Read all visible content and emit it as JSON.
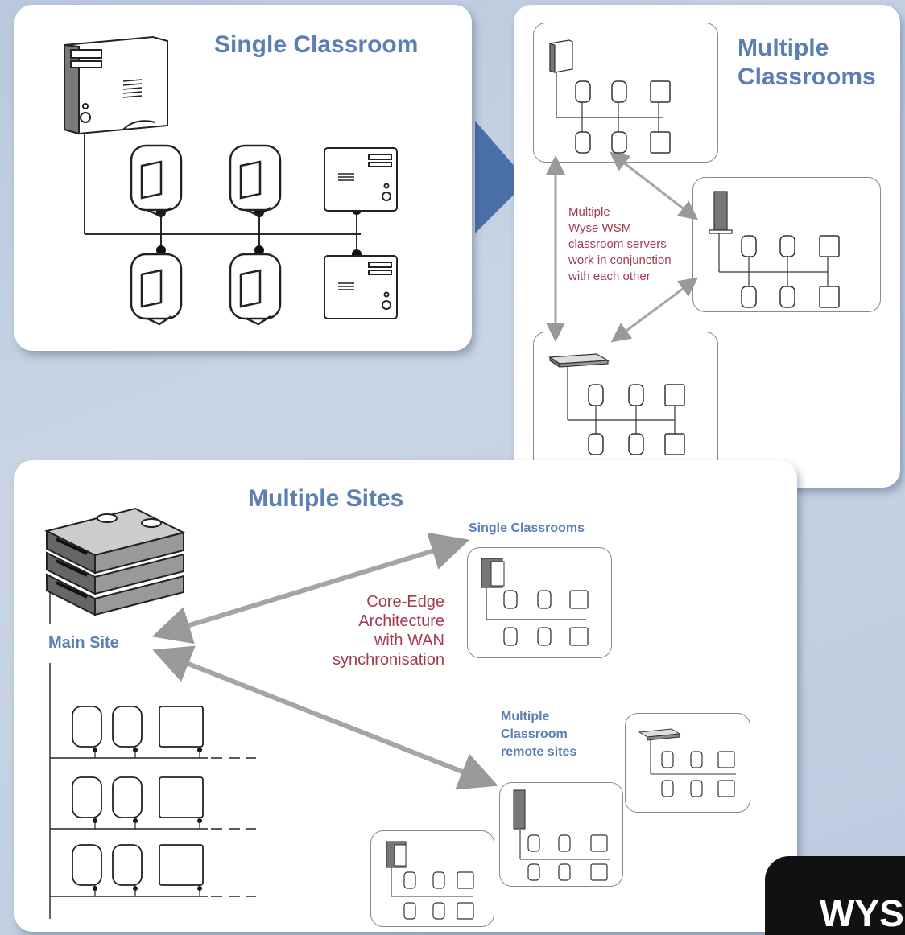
{
  "single_classroom": {
    "title": "Single Classroom"
  },
  "multiple_classrooms": {
    "title_line1": "Multiple",
    "title_line2": "Classrooms",
    "note_lines": [
      "Multiple",
      "Wyse WSM",
      "classroom servers",
      "work in conjunction",
      "with each other"
    ]
  },
  "multiple_sites": {
    "title": "Multiple Sites",
    "main_site": "Main Site",
    "single_classrooms": "Single Classrooms",
    "remote_lines": [
      "Multiple",
      "Classroom",
      "remote sites"
    ],
    "core_edge_lines": [
      "Core-Edge",
      "Architecture",
      "with WAN",
      "synchronisation"
    ]
  },
  "brand": {
    "text": "WYS"
  },
  "colors": {
    "accent_blue": "#5b7fb5",
    "note_red": "#a53a4f",
    "arrow_blue": "#4a6fa8"
  }
}
